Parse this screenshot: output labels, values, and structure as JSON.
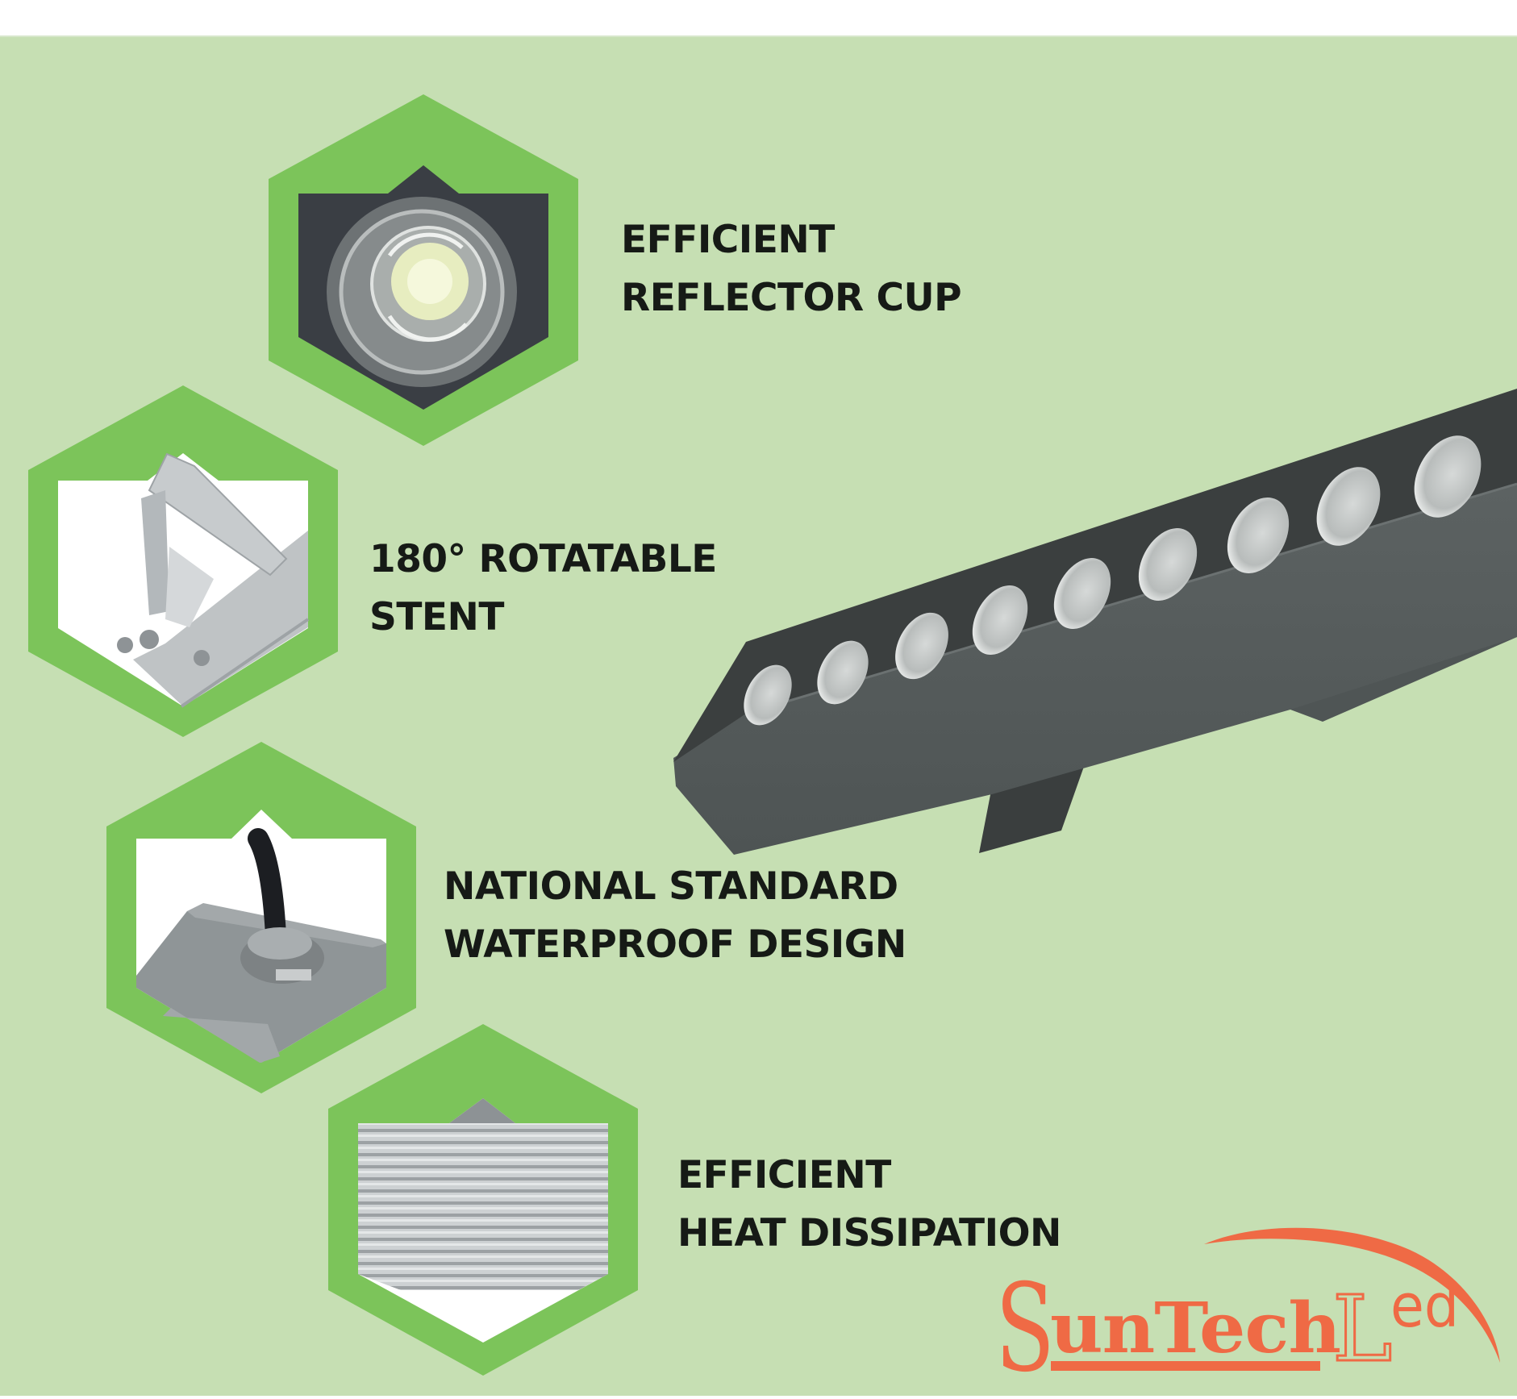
{
  "colors": {
    "background": "#c6dfb3",
    "hex_border": "#7cc45a",
    "hex_border_light": "#a3d487",
    "text": "#161a16",
    "brand_orange": "#ef6a45",
    "bar_top": "#3b3f3f",
    "bar_side": "#555b5b"
  },
  "features": [
    {
      "icon": "reflector-cup-icon",
      "line1": "EFFICIENT",
      "line2": "REFLECTOR CUP"
    },
    {
      "icon": "rotatable-stent-icon",
      "line1": "180° ROTATABLE",
      "line2": "STENT"
    },
    {
      "icon": "waterproof-cable-gland-icon",
      "line1": "NATIONAL STANDARD",
      "line2": "WATERPROOF DESIGN"
    },
    {
      "icon": "heat-sink-fins-icon",
      "line1": "EFFICIENT",
      "line2": "HEAT DISSIPATION"
    }
  ],
  "product": {
    "name": "LED wall washer bar",
    "led_count_visible": 10
  },
  "logo": {
    "initial": "S",
    "rest": "unTech",
    "l": "L",
    "ed": "ed"
  }
}
